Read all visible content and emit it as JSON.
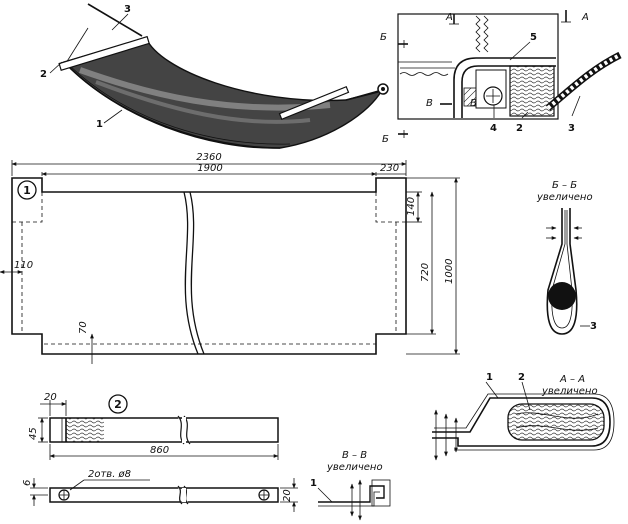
{
  "callouts": {
    "hammock_3": "3",
    "hammock_2": "2",
    "hammock_1": "1",
    "detail_a1": "А",
    "detail_a2": "А",
    "detail_b1": "Б",
    "detail_b2": "Б",
    "detail_v": "В",
    "detail_v2": "В",
    "detail_5": "5",
    "detail_4": "4",
    "detail_2": "2",
    "detail_3": "3",
    "bb_3": "3",
    "aa_1": "1",
    "aa_2": "2",
    "vv_1": "1"
  },
  "fabric": {
    "number": "1",
    "dim_overall": "2360",
    "dim_middle": "1900",
    "dim_corner": "230",
    "dim_hem": "110",
    "dim_70": "70",
    "dim_140": "140",
    "dim_720": "720",
    "dim_1000": "1000"
  },
  "bar": {
    "number": "2",
    "dim_20": "20",
    "dim_45": "45",
    "dim_860": "860",
    "dim_6": "6",
    "holes": "2отв. ø8",
    "dim_20b": "20"
  },
  "sections": {
    "bb_title": "Б – Б",
    "bb_sub": "увеличено",
    "aa_title": "А – А",
    "aa_sub": "увеличено",
    "vv_title": "В – В",
    "vv_sub": "увеличено"
  }
}
